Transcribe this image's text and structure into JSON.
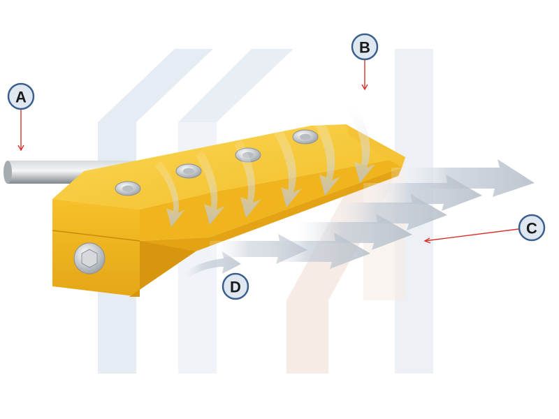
{
  "diagram": {
    "callouts": [
      {
        "id": "A",
        "label": "A"
      },
      {
        "id": "B",
        "label": "B"
      },
      {
        "id": "C",
        "label": "C"
      },
      {
        "id": "D",
        "label": "D"
      }
    ]
  },
  "colors": {
    "body_yellow": "#f3b81d",
    "body_top": "#f8cf4c",
    "body_dark": "#d99a10",
    "pipe": "#a8adb2",
    "arrow_air": "#c9d2dc",
    "background_bars": "#e8edf3",
    "pointer": "#d9302a",
    "callout_fill": "#dfe7f1",
    "callout_stroke": "#3a5f8c"
  }
}
